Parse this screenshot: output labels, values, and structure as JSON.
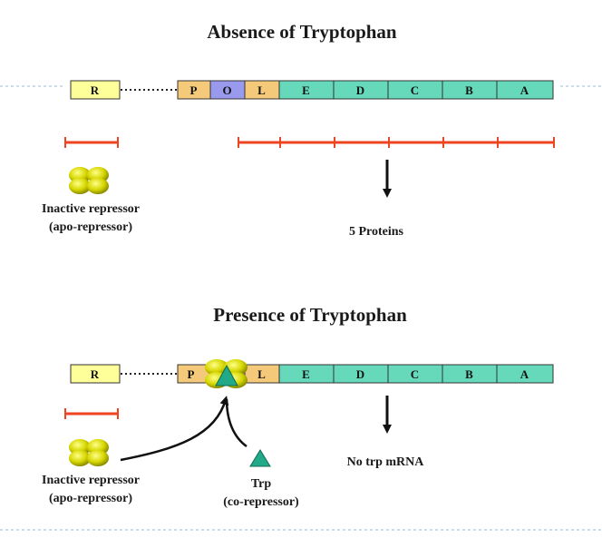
{
  "colors": {
    "regulator": "#ffff99",
    "promoter": "#f5c97a",
    "operator": "#9999ee",
    "leader": "#f5c97a",
    "structural": "#66d9bb",
    "transcript": "#ee4422",
    "repressor": "#cccc00",
    "trp": "#22aa88",
    "guide": "#9ab8d8"
  },
  "top": {
    "title": "Absence of Tryptophan",
    "segments": [
      "R",
      "P",
      "O",
      "L",
      "E",
      "D",
      "C",
      "B",
      "A"
    ],
    "repressor_label_1": "Inactive repressor",
    "repressor_label_2": "(apo-repressor)",
    "result_label": "5 Proteins"
  },
  "bottom": {
    "title": "Presence of Tryptophan",
    "segments": [
      "R",
      "P",
      "L",
      "E",
      "D",
      "C",
      "B",
      "A"
    ],
    "repressor_label_1": "Inactive repressor",
    "repressor_label_2": "(apo-repressor)",
    "trp_label_1": "Trp",
    "trp_label_2": "(co-repressor)",
    "result_label": "No trp mRNA"
  }
}
